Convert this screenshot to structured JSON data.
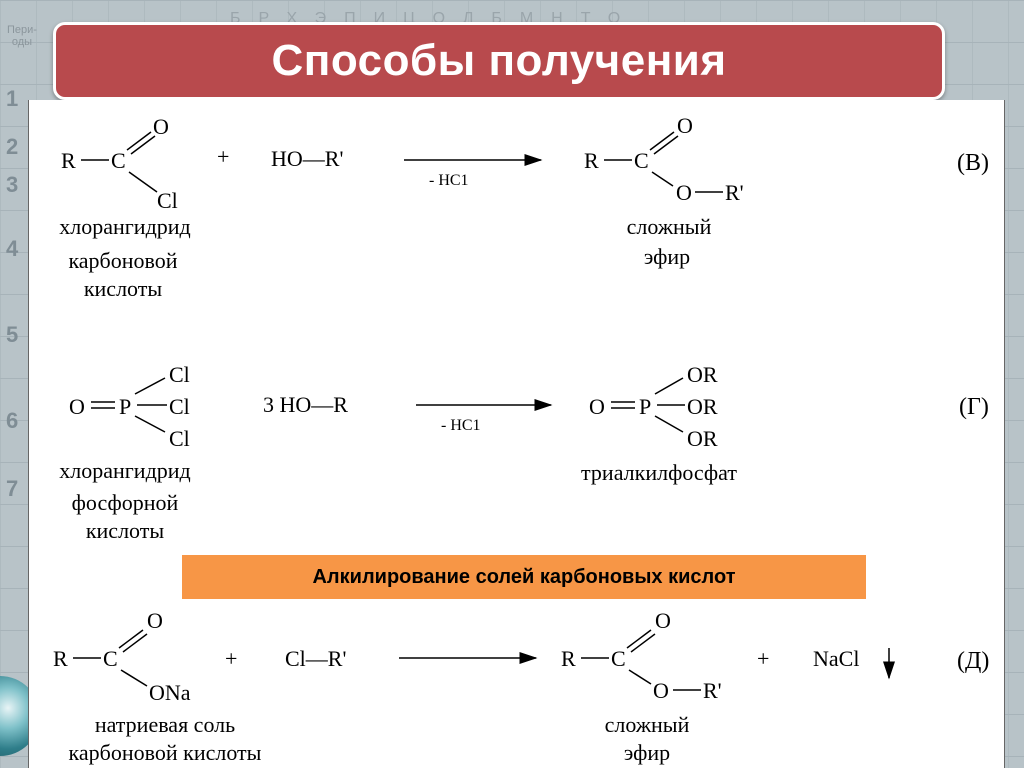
{
  "title": "Способы получения",
  "subheading": "Алкилирование солей карбоновых кислот",
  "reactions": {
    "v": {
      "label": "(В)",
      "reagent1": {
        "r": "R",
        "c": "C",
        "o": "O",
        "cl": "Cl"
      },
      "plus": "+",
      "reagent2": "HO—R'",
      "arrow_condition": "- HC1",
      "product": {
        "r": "R",
        "c": "C",
        "o_top": "O",
        "o_side": "O",
        "r2": "R'"
      },
      "reagent_name": [
        "хлорангидрид",
        "карбоновой",
        "кислоты"
      ],
      "product_name": [
        "сложный",
        "эфир"
      ]
    },
    "g": {
      "label": "(Г)",
      "reagent1": {
        "o": "O",
        "p": "P",
        "cl1": "Cl",
        "cl2": "Cl",
        "cl3": "Cl"
      },
      "reagent2": "3 HO—R",
      "arrow_condition": "- HC1",
      "product": {
        "o": "O",
        "p": "P",
        "or1": "OR",
        "or2": "OR",
        "or3": "OR"
      },
      "reagent_name": [
        "хлорангидрид",
        "фосфорной",
        "кислоты"
      ],
      "product_name": [
        "триалкилфосфат"
      ]
    },
    "d": {
      "label": "(Д)",
      "reagent1": {
        "r": "R",
        "c": "C",
        "o": "O",
        "ona": "ONa"
      },
      "plus1": "+",
      "reagent2": "Cl—R'",
      "product": {
        "r": "R",
        "c": "C",
        "o_top": "O",
        "o_side": "O",
        "r2": "R'"
      },
      "plus2": "+",
      "byproduct": "NaCl",
      "reagent_name": [
        "натриевая соль",
        "карбоновой кислоты"
      ],
      "product_name": [
        "сложный",
        "эфир"
      ]
    }
  },
  "background": {
    "row_numbers": [
      "1",
      "2",
      "3",
      "4",
      "5",
      "6",
      "7"
    ],
    "column_letters": "БРХЭПИЦОЛБМНТО",
    "corner_label": "Пери-оды"
  },
  "colors": {
    "title_bar": "#b84a4d",
    "subheading_bar": "#f79646",
    "panel": "#ffffff"
  }
}
